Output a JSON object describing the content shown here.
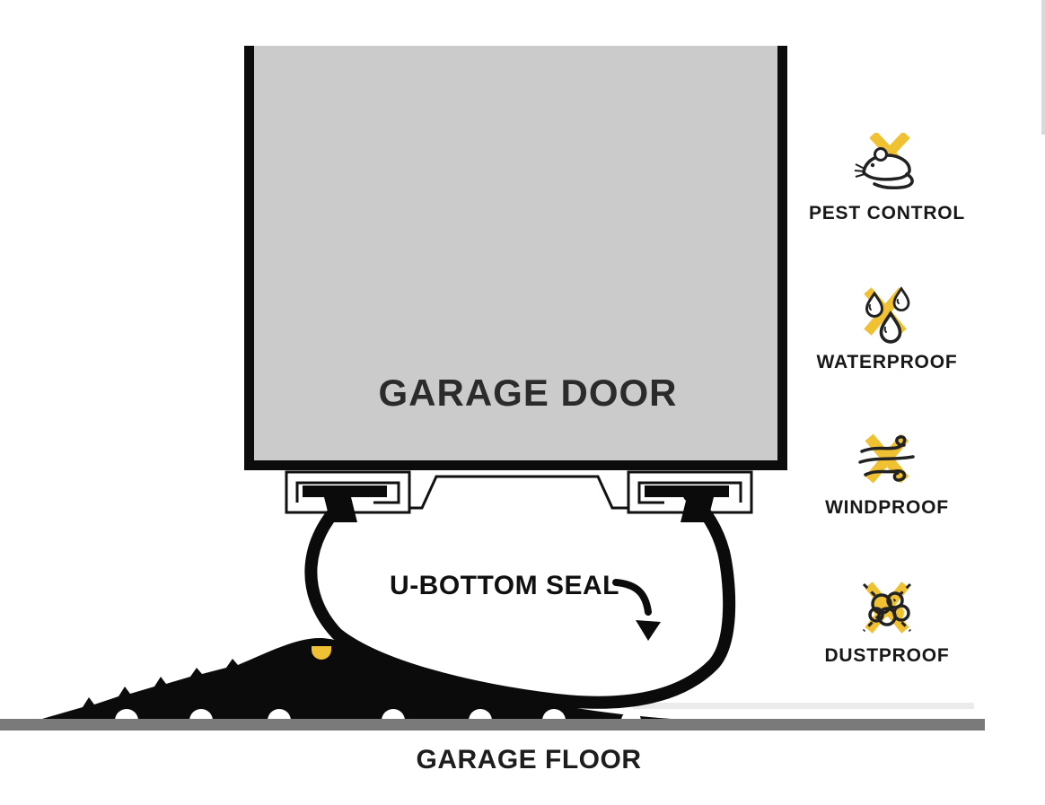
{
  "diagram": {
    "door_label": "GARAGE DOOR",
    "seal_label": "U-BOTTOM SEAL",
    "floor_label": "GARAGE FLOOR"
  },
  "features": [
    {
      "icon": "pest-control-icon",
      "label": "PEST CONTROL"
    },
    {
      "icon": "waterproof-icon",
      "label": "WATERPROOF"
    },
    {
      "icon": "windproof-icon",
      "label": "WINDPROOF"
    },
    {
      "icon": "dustproof-icon",
      "label": "DUSTPROOF"
    }
  ],
  "colors": {
    "accent_yellow": "#F0C233",
    "door_fill": "#CBCBCB",
    "floor_fill": "#7A7A7A",
    "ink": "#111111",
    "door_text": "#2B2B2B"
  }
}
